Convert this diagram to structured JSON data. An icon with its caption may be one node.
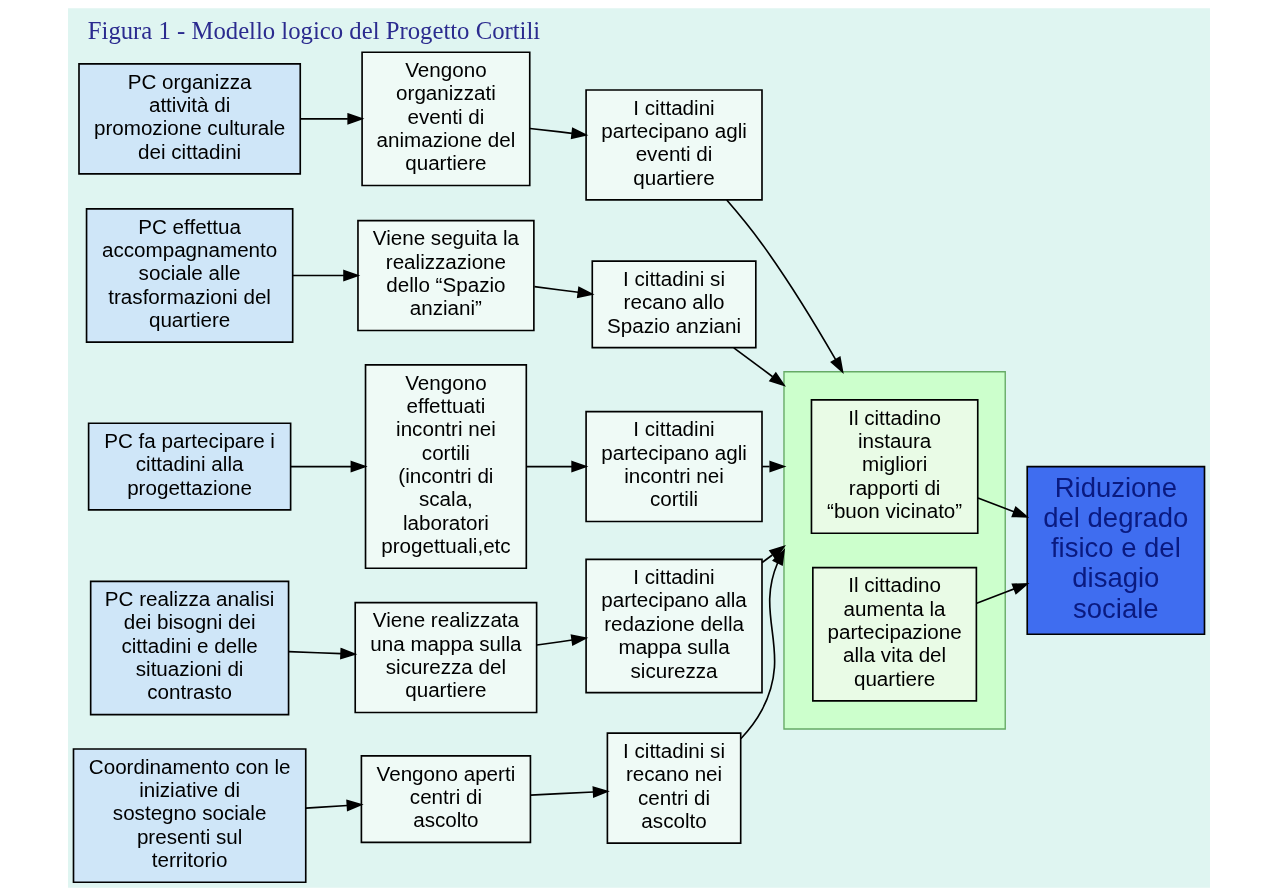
{
  "diagram": {
    "title": "Figura 1 - Modello logico del Progetto Cortili",
    "nodes": [
      {
        "text": [
          "PC organizza attività di promozione culturale dei cittadini"
        ]
      },
      {
        "text": [
          "Vengono organizzati eventi di animazione del quartiere"
        ]
      },
      {
        "text": [
          "I cittadini partecipano agli eventi di quartiere"
        ]
      },
      {
        "text": [
          "PC effettua accompagnamento sociale alle trasformazioni del quartiere"
        ]
      },
      {
        "text": [
          "Viene seguita la realizzazione dello “Spazio anziani”"
        ]
      },
      {
        "text": [
          "I cittadini si recano allo Spazio anziani"
        ]
      },
      {
        "text": [
          "PC fa partecipare i cittadini alla progettazione"
        ]
      },
      {
        "text": [
          "Vengono effettuati incontri nei cortili (incontri di scala, laboratori progettuali,etc"
        ]
      },
      {
        "text": [
          "I cittadini partecipano agli incontri nei cortili"
        ]
      },
      {
        "text": [
          "PC realizza analisi dei bisogni dei cittadini e delle situazioni di contrasto"
        ]
      },
      {
        "text": [
          "Viene realizzata una mappa sulla sicurezza del quartiere"
        ]
      },
      {
        "text": [
          "I cittadini partecipano alla redazione della mappa sulla sicurezza"
        ]
      },
      {
        "text": [
          "Coordinamento con le iniziative di sostegno sociale presenti sul territorio"
        ]
      },
      {
        "text": [
          "Vengono aperti centri di ascolto"
        ]
      },
      {
        "text": [
          "I cittadini si recano nei centri di ascolto"
        ]
      },
      {
        "text": [],
        "shape": "box"
      },
      {
        "text": [
          "Il cittadino instaura migliori rapporti di “buon vicinato”"
        ],
        "in": 15
      },
      {
        "text": [
          "Il cittadino aumenta la partecipazione alla vita del quartiere"
        ],
        "in": 15
      },
      {
        "text": [
          "Riduzione del degrado fisico e del disagio sociale"
        ]
      }
    ],
    "edges": [
      {
        "from": 0,
        "to": 1,
        "arrow": "to"
      },
      {
        "from": 1,
        "to": 2,
        "arrow": "to"
      },
      {
        "from": 3,
        "to": 4,
        "arrow": "to"
      },
      {
        "from": 4,
        "to": 5,
        "arrow": "to"
      },
      {
        "from": 6,
        "to": 7,
        "arrow": "to"
      },
      {
        "from": 7,
        "to": 8,
        "arrow": "to"
      },
      {
        "from": 9,
        "to": 10,
        "arrow": "to"
      },
      {
        "from": 10,
        "to": 11,
        "arrow": "to"
      },
      {
        "from": 12,
        "to": 13,
        "arrow": "to"
      },
      {
        "from": 13,
        "to": 14,
        "arrow": "to"
      },
      {
        "from": 2,
        "to": 15,
        "arrow": "to"
      },
      {
        "from": 5,
        "to": 15,
        "arrow": "to"
      },
      {
        "from": 8,
        "to": 15,
        "arrow": "to"
      },
      {
        "from": 11,
        "to": 15,
        "arrow": "to"
      },
      {
        "from": 14,
        "to": 15,
        "arrow": "to"
      },
      {
        "from": 16,
        "to": 18,
        "arrow": "to"
      },
      {
        "from": 17,
        "to": 18,
        "arrow": "to"
      }
    ]
  }
}
